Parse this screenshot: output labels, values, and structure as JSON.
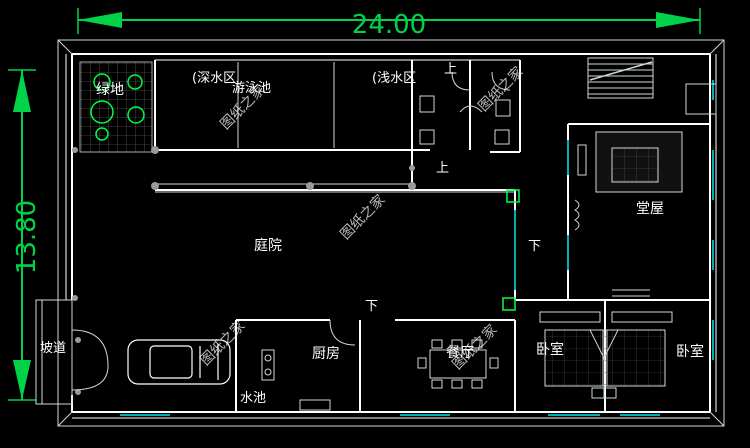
{
  "dimensions": {
    "width": "24.00",
    "height": "13.80"
  },
  "rooms": {
    "green_area": "绿地",
    "deep_water": "(深水区",
    "pool": "游泳池",
    "shallow_water": "(浅水区",
    "hall": "堂屋",
    "courtyard": "庭院",
    "kitchen": "厨房",
    "dining": "餐厅",
    "bedroom_left": "卧室",
    "bedroom_right": "卧室",
    "ramp": "坡道",
    "water_basin": "水池"
  },
  "stair_marks": {
    "up1": "上",
    "up2": "上",
    "down1": "下",
    "down2": "下"
  },
  "watermark": "图纸之家",
  "colors": {
    "dimension": "#00d24a",
    "wall": "#ffffff",
    "line": "#cfd8d8",
    "window": "#00b0b0",
    "plant": "#00ff44",
    "column": "#9a9a9a"
  }
}
